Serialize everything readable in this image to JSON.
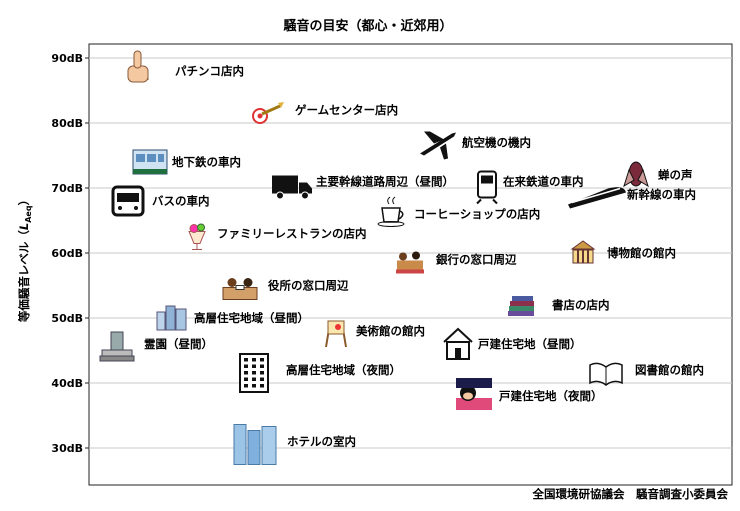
{
  "chart_data": {
    "type": "scatter",
    "title": "騒音の目安（都心・近郊用）",
    "ylabel": "等価騒音レベル（L_Aeq）",
    "ylabel_main": "等価騒音レベル（",
    "ylabel_sym": "L",
    "ylabel_sub": "Aeq",
    "ylabel_close": "）",
    "ylim": [
      24,
      95
    ],
    "yticks": [
      90,
      80,
      70,
      60,
      50,
      40,
      30
    ],
    "ytick_labels": [
      "90dB",
      "80dB",
      "70dB",
      "60dB",
      "50dB",
      "40dB",
      "30dB"
    ],
    "grid": true,
    "source": "全国環境研協議会　騒音調査小委員会",
    "points": [
      {
        "label": "パチンコ店内",
        "y": 88,
        "icon": "thumbs-up-icon"
      },
      {
        "label": "ゲームセンター店内",
        "y": 82,
        "icon": "dart-icon"
      },
      {
        "label": "航空機の機内",
        "y": 77,
        "icon": "airplane-icon"
      },
      {
        "label": "地下鉄の車内",
        "y": 74,
        "icon": "subway-icon"
      },
      {
        "label": "主要幹線道路周辺（昼間）",
        "y": 71,
        "icon": "truck-icon"
      },
      {
        "label": "在来鉄道の車内",
        "y": 71,
        "icon": "train-icon"
      },
      {
        "label": "蝉の声",
        "y": 72,
        "icon": "cicada-icon"
      },
      {
        "label": "バスの車内",
        "y": 68,
        "icon": "bus-icon"
      },
      {
        "label": "新幹線の車内",
        "y": 69,
        "icon": "shinkansen-icon"
      },
      {
        "label": "コーヒーショップの店内",
        "y": 66,
        "icon": "coffee-cup-icon"
      },
      {
        "label": "ファミリーレストランの店内",
        "y": 63,
        "icon": "parfait-icon"
      },
      {
        "label": "博物館の館内",
        "y": 60,
        "icon": "museum-icon"
      },
      {
        "label": "銀行の窓口周辺",
        "y": 59,
        "icon": "bank-counter-icon"
      },
      {
        "label": "役所の窓口周辺",
        "y": 55,
        "icon": "office-counter-icon"
      },
      {
        "label": "書店の店内",
        "y": 52,
        "icon": "books-icon"
      },
      {
        "label": "高層住宅地域（昼間）",
        "y": 50,
        "icon": "highrise-icon"
      },
      {
        "label": "美術館の館内",
        "y": 48,
        "icon": "easel-icon"
      },
      {
        "label": "霊園（昼間）",
        "y": 46,
        "icon": "grave-icon"
      },
      {
        "label": "戸建住宅地（昼間）",
        "y": 46,
        "icon": "house-icon"
      },
      {
        "label": "高層住宅地域（夜間）",
        "y": 42,
        "icon": "apartment-icon"
      },
      {
        "label": "図書館の館内",
        "y": 42,
        "icon": "open-book-icon"
      },
      {
        "label": "戸建住宅地（夜間）",
        "y": 38,
        "icon": "sleeping-icon"
      },
      {
        "label": "ホテルの室内",
        "y": 31,
        "icon": "hotel-icon"
      }
    ]
  }
}
